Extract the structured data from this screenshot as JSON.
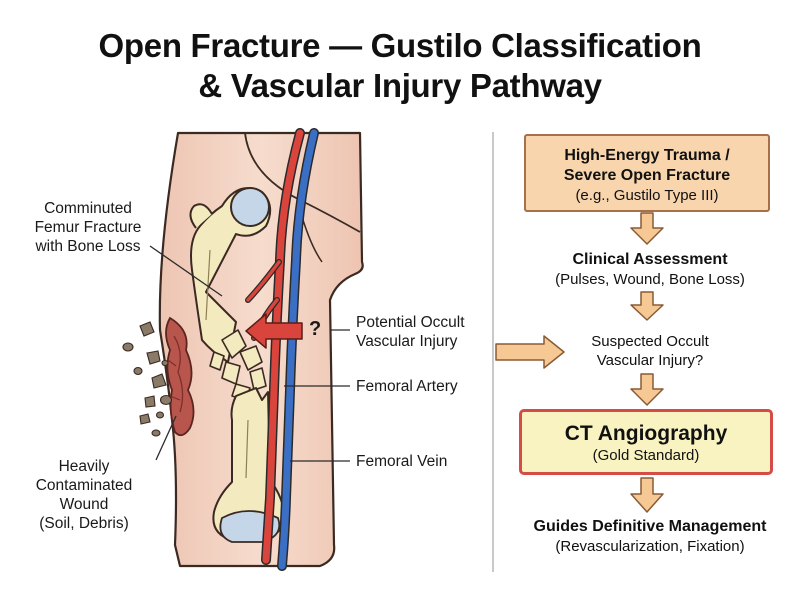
{
  "title": {
    "line1": "Open Fracture — Gustilo Classification",
    "line2": "& Vascular Injury Pathway"
  },
  "labels": {
    "femur": [
      "Comminuted",
      "Femur Fracture",
      "with Bone Loss"
    ],
    "occult": [
      "Potential Occult",
      "Vascular Injury"
    ],
    "artery": "Femoral Artery",
    "vein": "Femoral Vein",
    "wound": [
      "Heavily",
      "Contaminated",
      "Wound",
      "(Soil, Debris)"
    ],
    "question_mark": "?"
  },
  "pathway": {
    "trauma": {
      "line1": "High-Energy Trauma /",
      "line2": "Severe Open Fracture",
      "line3": "(e.g., Gustilo Type III)"
    },
    "assessment": {
      "title": "Clinical Assessment",
      "detail": "(Pulses, Wound, Bone Loss)"
    },
    "suspected": {
      "line1": "Suspected Occult",
      "line2": "Vascular Injury?"
    },
    "ct": {
      "title": "CT Angiography",
      "detail": "(Gold Standard)"
    },
    "management": {
      "title": "Guides Definitive Management",
      "detail": "(Revascularization, Fixation)"
    }
  },
  "colors": {
    "skin": "#f3d3c2",
    "bone": "#f4eac0",
    "artery": "#d9453c",
    "vein": "#3b6fc4",
    "trauma_box_fill": "#f8d5ac",
    "ct_box_border": "#d44c45",
    "ct_box_fill": "#f9f3c1",
    "flow_arrow": "#f6c994"
  }
}
